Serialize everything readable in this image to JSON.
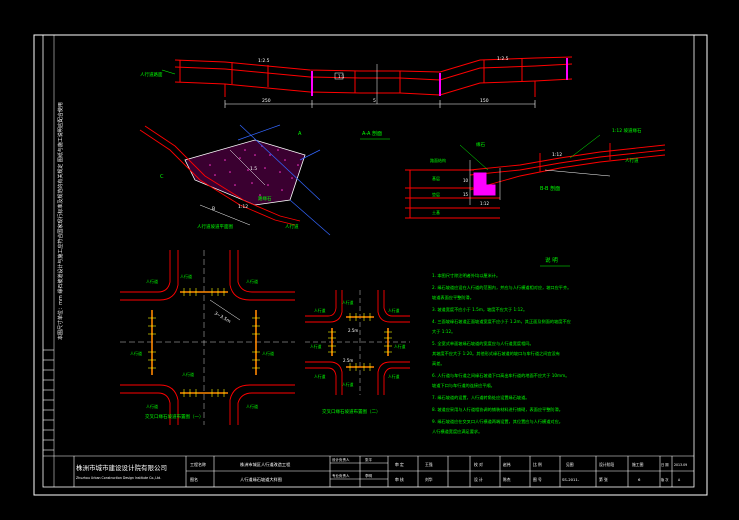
{
  "drawing": {
    "top_profile": {
      "dim_left": "250",
      "dim_mid": "5",
      "dim_right": "150",
      "dim_top_left": "1:2.5",
      "dim_top_right": "1:2.5",
      "label_left": "人行道路面",
      "label_mid": "1:1"
    },
    "plan_view": {
      "title": "人行道坡道平面图",
      "dim_a": "1.5",
      "dim_b": "B",
      "dim_c": "1:12",
      "label_left": "C",
      "label_right": "路缘石",
      "label_top": "A",
      "label_rb": "人行道"
    },
    "section_aa": {
      "title": "A-A 剖面"
    },
    "detail_right": {
      "title": "B-B 剖面",
      "label_top": "1:12 坡道缘石",
      "label_mid": "1:12",
      "label_right": "人行道",
      "label_curb": "缘石",
      "rows": [
        "路面结构",
        "基层",
        "垫层",
        "土基"
      ],
      "dims": [
        "10",
        "15",
        "1:12"
      ]
    },
    "intersection_big": {
      "title": "交叉口缘石坡道布置图（一）",
      "dim": "3~3.5m",
      "labels": [
        "人行道",
        "人行道",
        "人行道",
        "人行道",
        "人行道",
        "人行道",
        "人行道",
        "人行道"
      ]
    },
    "intersection_small": {
      "title": "交叉口缘石坡道布置图（二）",
      "dim_top": "2.5m",
      "dim_bottom": "2.5m",
      "labels": [
        "人行道",
        "人行道",
        "人行道",
        "人行道",
        "人行道",
        "人行道",
        "人行道",
        "人行道"
      ]
    },
    "notes": {
      "title": "说  明",
      "lines": [
        "1. 本图尺寸除注明者外均以厘米计。",
        "2. 缘石坡道应设在人行道的范围内，并应与人行横道相对应，坡口应平齐。",
        "   坡道表面应平整防滑。",
        "3. 坡道宽度不应小于 1.5m，坡度不应大于 1:12。",
        "4. 三面坡缘石坡道正面坡道宽度不应小于 1.2m，其正面及侧面的坡度不应",
        "   大于 1:12。",
        "5. 全宽式单面坡缘石坡道的宽度应与人行道宽度相同。",
        "   其坡度不应大于 1:20。其他形式缘石坡道的坡口与车行道之间宜没有",
        "   高差。",
        "6. 人行道与车行道之间缘石坡道下口高出车行道的地面不应大于 10mm。",
        "   坡道下口与车行道的连接应平顺。",
        "7. 缘石坡道的设置，人行道转角处应设置缘石坡道。",
        "8. 坡道应采用与人行道相协调的铺装材料进行铺砌，表面应平整防滑。",
        "9. 缘石坡道应在交叉口人行横道两端设置，其位置应与人行横道对应。",
        "   人行横道宽度应满足要求。"
      ]
    },
    "side_strip": "本图尺寸单位：mm 缘石坡道设计与施工应符合国家现行标准及规范的有关规定 图纸与施工说明应配合使用",
    "title_block": {
      "company": "株洲市城市建设设计院有限公司",
      "company_en": "Zhuzhou Urban Construction Design Institute Co.,Ltd.",
      "project_label": "工程名称",
      "project": "株洲市城区人行道改造工程",
      "drawing_label": "图名",
      "drawing": "人行道缘石坡道大样图",
      "role1": "设计负责人",
      "role2": "专业负责人",
      "role3": "审 定",
      "role4": "审 核",
      "role5": "校 对",
      "role6": "设 计",
      "role7": "制 图",
      "name1": "张平",
      "name2": "李明",
      "name3": "王强",
      "name4": "刘华",
      "name5": "赵伟",
      "name6": "陈杰",
      "stage_label": "设计阶段",
      "stage": "施工图",
      "date_label": "日 期",
      "date": "2013.09",
      "drawing_no_label": "图 号",
      "drawing_no": "SS-2011-",
      "sheet_label": "第 张",
      "sheet": "6",
      "version_label": "版 次",
      "version": "A",
      "scale_label": "比 例",
      "scale": "见图"
    },
    "colors": {
      "border": "#ffffff",
      "road": "#ff0000",
      "accent": "#ff00ff",
      "dim": "#00ff00",
      "line_white": "#ffffff",
      "blue": "#3366ff",
      "cyan": "#00ffff",
      "yellow": "#ffff00",
      "orange": "#ffa500"
    }
  }
}
